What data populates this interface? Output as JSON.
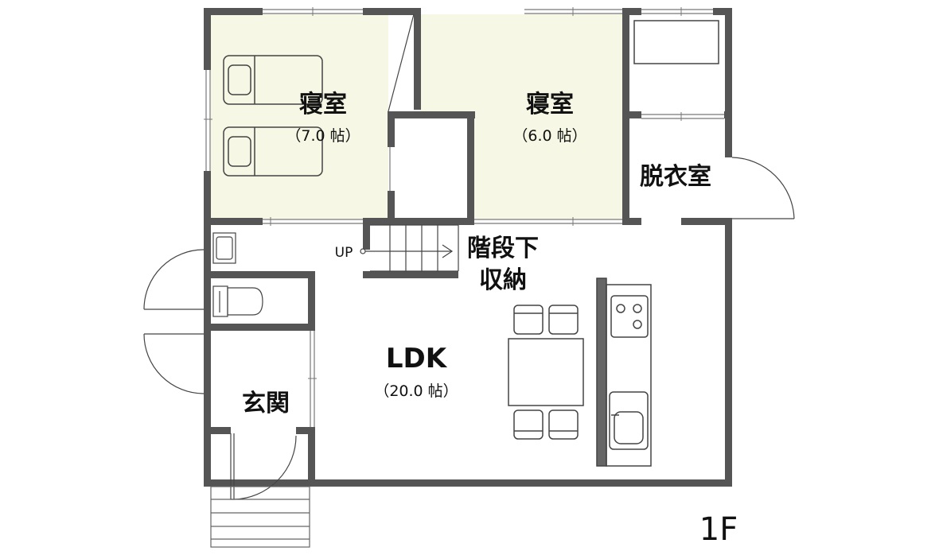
{
  "floor_label": "1F",
  "rooms": {
    "bedroom_left": {
      "name": "寝室",
      "size": "（7.0 帖）"
    },
    "bedroom_right": {
      "name": "寝室",
      "size": "（6.0 帖）"
    },
    "dressing_room": {
      "name": "脱衣室"
    },
    "under_stairs_storage": {
      "line1": "階段下",
      "line2": "収納"
    },
    "ldk": {
      "name": "LDK",
      "size": "（20.0 帖）"
    },
    "entrance": {
      "name": "玄関"
    }
  },
  "stairs": {
    "direction_label": "UP"
  },
  "colors": {
    "wall": "#555555",
    "bedroom_fill": "#f6f8e5",
    "line": "#444444"
  }
}
